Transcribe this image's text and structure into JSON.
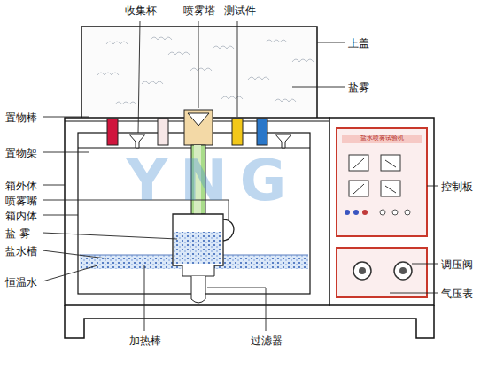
{
  "diagram": {
    "labels": [
      "收集杯",
      "喷雾塔",
      "测试件",
      "上盖",
      "盐雾",
      "置物棒",
      "置物架",
      "箱外体",
      "喷雾嘴",
      "箱内体",
      "盐 雾",
      "盐水槽",
      "恒温水",
      "控制板",
      "调压阀",
      "气压表",
      "加热棒",
      "过滤器",
      "盐水喷雾试验机",
      "YNG"
    ]
  }
}
